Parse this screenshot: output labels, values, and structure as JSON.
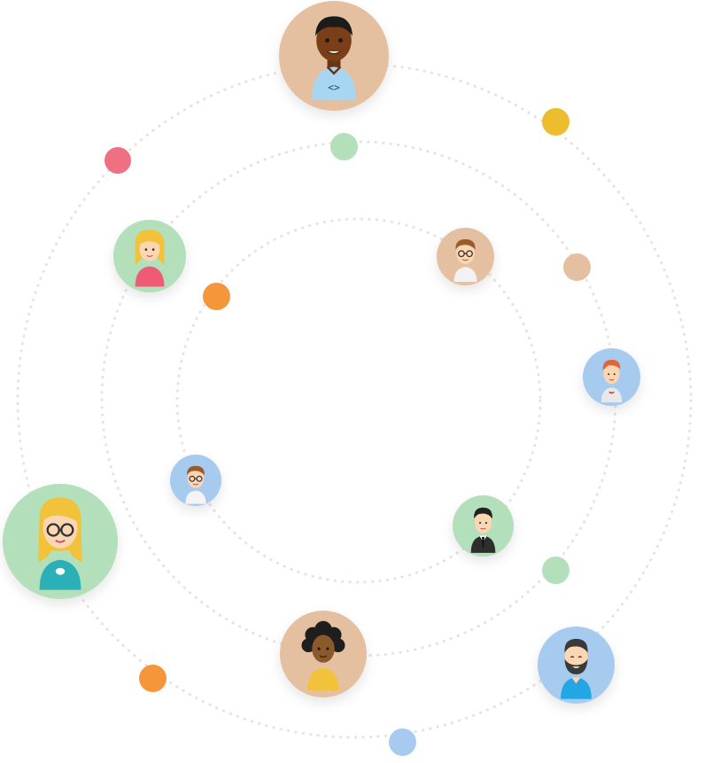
{
  "colors": {
    "orbit": "#e4e4e4",
    "peach": "#e4c0a0",
    "green": "#b3dfba",
    "blue": "#a6cbee",
    "pink": "#ef6f83",
    "yellow": "#ecbd2c",
    "orange": "#f5963a",
    "skin_dark": "#7a3f17",
    "skin_light": "#fbd6b3",
    "skin_brown": "#8b5a2b"
  },
  "avatars": [
    {
      "name": "developer-avatar-icon",
      "bg": "peach"
    },
    {
      "name": "woman-blonde-avatar-icon",
      "bg": "green"
    },
    {
      "name": "man-glasses-avatar-icon",
      "bg": "peach"
    },
    {
      "name": "man-redhair-avatar-icon",
      "bg": "blue"
    },
    {
      "name": "man-glasses-small-avatar-icon",
      "bg": "blue"
    },
    {
      "name": "businessman-avatar-icon",
      "bg": "green"
    },
    {
      "name": "woman-glasses-avatar-icon",
      "bg": "green"
    },
    {
      "name": "woman-curly-avatar-icon",
      "bg": "peach"
    },
    {
      "name": "man-beard-avatar-icon",
      "bg": "blue"
    }
  ]
}
